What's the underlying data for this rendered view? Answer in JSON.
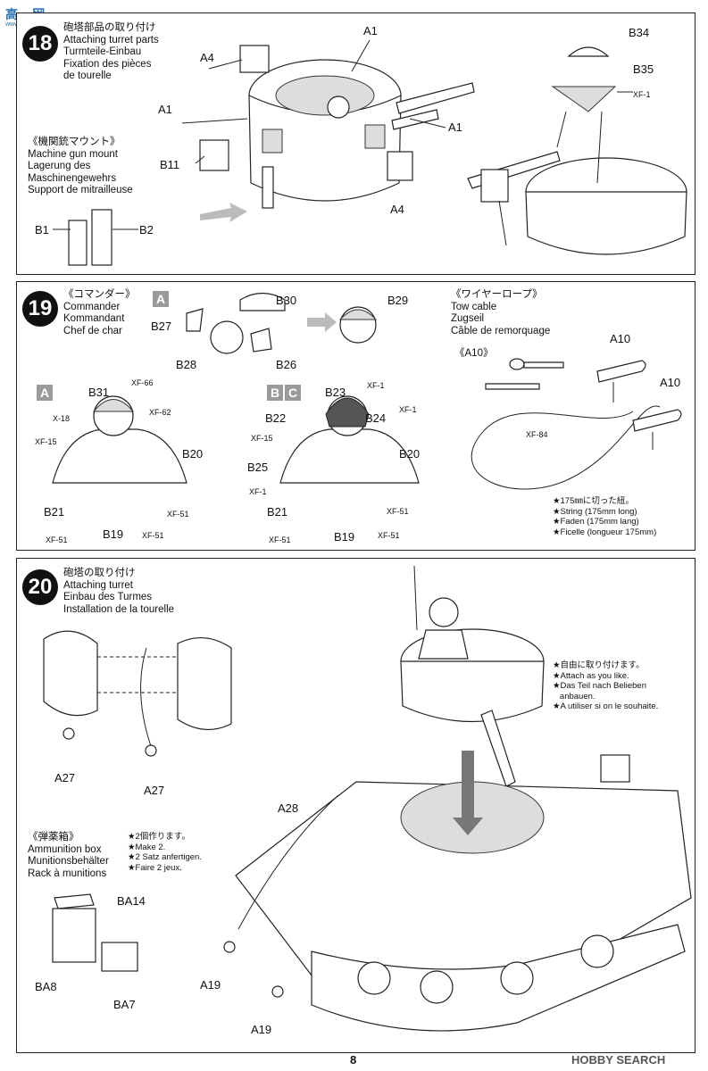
{
  "watermark_top": "高 ● 网",
  "watermark_top_url": "www.hobbysearch.com",
  "watermark_bottom": "HOBBY SEARCH",
  "page_number": "8",
  "step18": {
    "number": "18",
    "title": "砲塔部品の取り付け\nAttaching turret parts\nTurmteile-Einbau\nFixation des pièces\nde tourelle",
    "sub_title": "《機関銃マウント》\nMachine gun mount\nLagerung des\nMaschinengewehrs\nSupport de mitrailleuse",
    "labels": [
      "A4",
      "A1",
      "A1",
      "A1",
      "B11",
      "A4",
      "B1",
      "B2",
      "B34",
      "B35"
    ],
    "color_code": "XF-1"
  },
  "step19": {
    "number": "19",
    "title": "《コマンダー》\nCommander\nKommandant\nChef de char",
    "tow_title": "《ワイヤーロープ》\nTow cable\nZugseil\nCâble de remorquage",
    "variant_a": "A",
    "variant_b": "B",
    "variant_c": "C",
    "head_labels": [
      "B30",
      "B27",
      "B28",
      "B26",
      "B29"
    ],
    "figA_labels": [
      "B31",
      "B21",
      "B19",
      "B20"
    ],
    "figA_colors": [
      "XF-66",
      "X-18",
      "XF-62",
      "XF-15",
      "XF-51",
      "XF-51",
      "XF-51"
    ],
    "figB_labels": [
      "B23",
      "B22",
      "B24",
      "B25",
      "B20",
      "B21",
      "B19"
    ],
    "figB_colors": [
      "XF-1",
      "XF-1",
      "XF-15",
      "XF-1",
      "XF-51",
      "XF-51",
      "XF-51"
    ],
    "a10_group": "《A10》",
    "a10_labels": [
      "A10",
      "A10"
    ],
    "cable_color": "XF-84",
    "string_note": "★175㎜に切った紐。\n★String (175mm long)\n★Faden (175mm lang)\n★Ficelle (longueur 175mm)"
  },
  "step20": {
    "number": "20",
    "title": "砲塔の取り付け\nAttaching turret\nEinbau des Turmes\nInstallation de la tourelle",
    "attach_note": "★自由に取り付けます。\n★Attach as you like.\n★Das Teil nach Belieben\n   anbauen.\n★A utiliser si on le souhaite.",
    "ammo_title": "《弾薬箱》\nAmmunition box\nMunitionsbehälter\nRack à munitions",
    "make_note": "★2個作ります。\n★Make 2.\n★2 Satz anfertigen.\n★Faire 2 jeux.",
    "labels": [
      "A27",
      "A27",
      "A28",
      "BA14",
      "BA8",
      "BA7",
      "A19",
      "A19"
    ]
  }
}
